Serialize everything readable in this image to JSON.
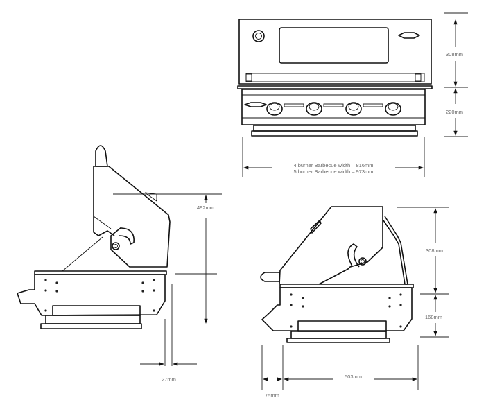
{
  "dimensions": {
    "front_height_lid": "308mm",
    "front_height_body": "220mm",
    "width_4_burner": "4 burner Barbecue width – 816mm",
    "width_5_burner": "5 burner Barbecue width – 973mm",
    "open_lid_height": "492mm",
    "rear_clearance": "27mm",
    "side_height_lid": "308mm",
    "side_height_body": "168mm",
    "depth": "503mm",
    "front_overhang": "75mm"
  },
  "burner_count_shown": 4
}
